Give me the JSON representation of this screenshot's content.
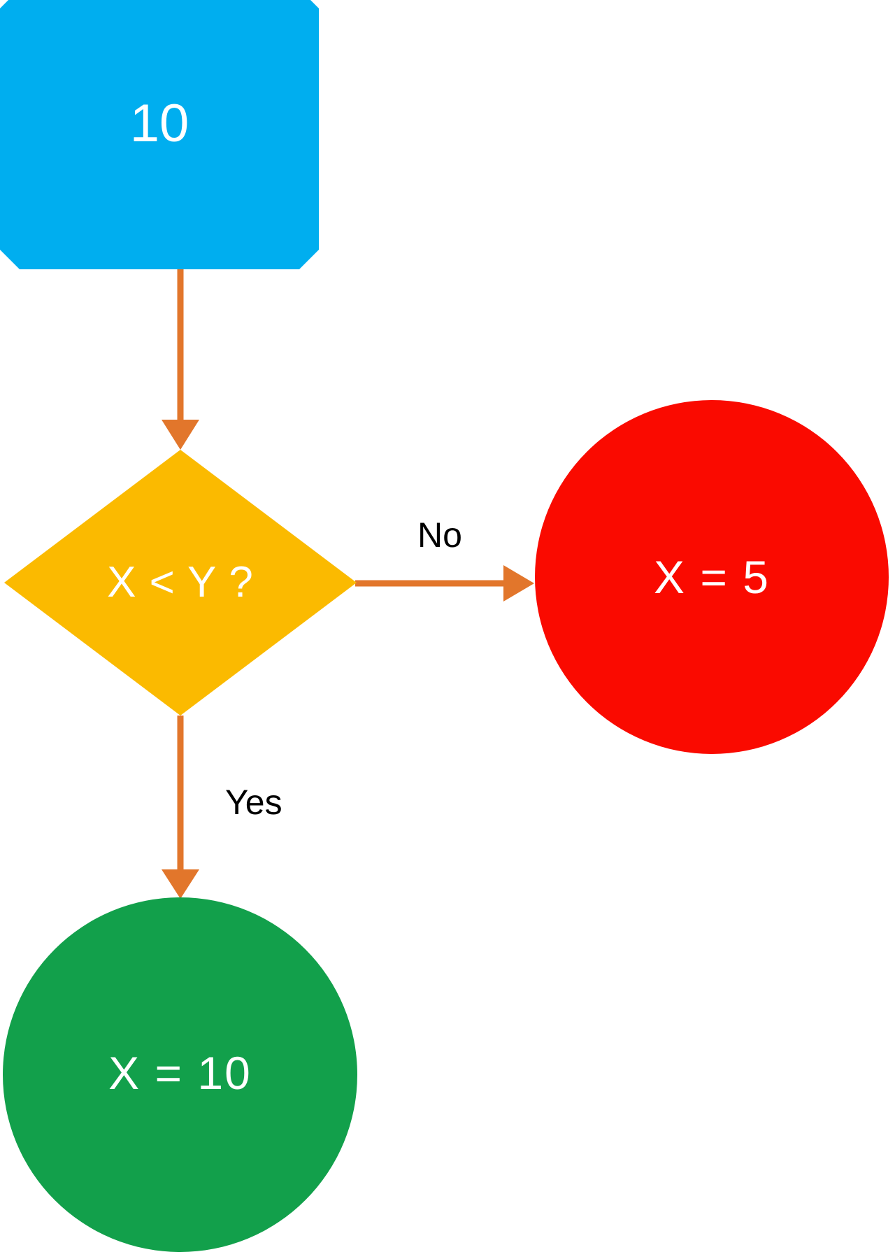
{
  "diagram": {
    "type": "flowchart",
    "background_color": "#FFFFFF",
    "nodes": [
      {
        "id": "start",
        "shape": "octagon",
        "label": "10",
        "fill_color": "#00AEEF",
        "text_color": "#FFFFFF"
      },
      {
        "id": "decision",
        "shape": "diamond",
        "label": "X < Y ?",
        "fill_color": "#FBBA00",
        "text_color": "#FFFFFF"
      },
      {
        "id": "no_branch",
        "shape": "circle",
        "label": "X = 5",
        "fill_color": "#FA0A00",
        "text_color": "#FFFFFF"
      },
      {
        "id": "yes_branch",
        "shape": "circle",
        "label": "X = 10",
        "fill_color": "#12A04B",
        "text_color": "#FFFFFF"
      }
    ],
    "edges": [
      {
        "from": "start",
        "to": "decision",
        "label": "",
        "color": "#E2762B",
        "direction": "down"
      },
      {
        "from": "decision",
        "to": "no_branch",
        "label": "No",
        "color": "#E2762B",
        "direction": "right"
      },
      {
        "from": "decision",
        "to": "yes_branch",
        "label": "Yes",
        "color": "#E2762B",
        "direction": "down"
      }
    ],
    "labels": {
      "no": "No",
      "yes": "Yes"
    }
  }
}
